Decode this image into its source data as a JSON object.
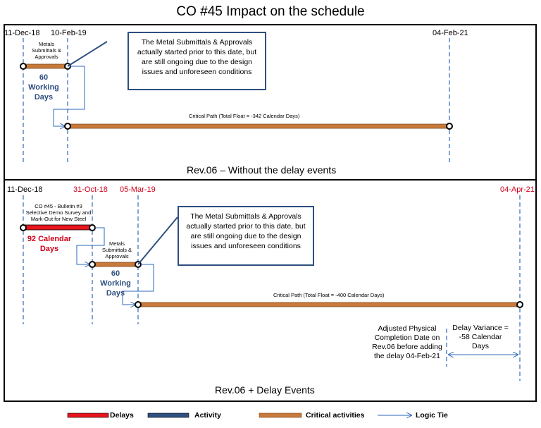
{
  "title": "CO #45 Impact on the schedule",
  "top": {
    "date_start": "11-Dec-18",
    "date_activity_end": "10-Feb-19",
    "date_finish": "04-Feb-21",
    "activity_label": "Metals Submittals & Approvals",
    "activity_duration": "60 Working Days",
    "callout": "The Metal Submittals & Approvals actually started prior to this date, but are still ongoing due to the design issues and unforeseen conditions",
    "critical_path": "Critical Path (Total Float = -342 Calendar Days)",
    "caption": "Rev.06 – Without the delay events"
  },
  "bottom": {
    "date_start": "11-Dec-18",
    "date_delay_end": "31-Oct-18",
    "date_activity_end": "05-Mar-19",
    "date_finish": "04-Apr-21",
    "delay_label": "CO #45 - Bulletin #3 Selective Demo Survey and Mark-Out for New Steel",
    "delay_duration": "92 Calendar Days",
    "activity_label": "Metals Submittals & Approvals",
    "activity_duration": "60 Working Days",
    "callout": "The Metal Submittals & Approvals actually started prior to this date, but are still ongoing due to the design issues and unforeseen conditions",
    "critical_path": "Critical Path (Total Float = -400 Calendar Days)",
    "adjusted_note": "Adjusted Physical Completion Date on Rev.06 before adding the delay 04-Feb-21",
    "variance_note": "Delay Variance = -58 Calendar Days",
    "caption": "Rev.06 + Delay Events"
  },
  "legend": {
    "delays": "Delays",
    "activity": "Activity",
    "critical": "Critical activities",
    "logic_tie": "Logic Tie"
  },
  "colors": {
    "delay": "#e8141c",
    "activity": "#2e4f7f",
    "critical": "#c8793a",
    "date_red": "#d0021b",
    "dashed": "#2e6ab8"
  }
}
